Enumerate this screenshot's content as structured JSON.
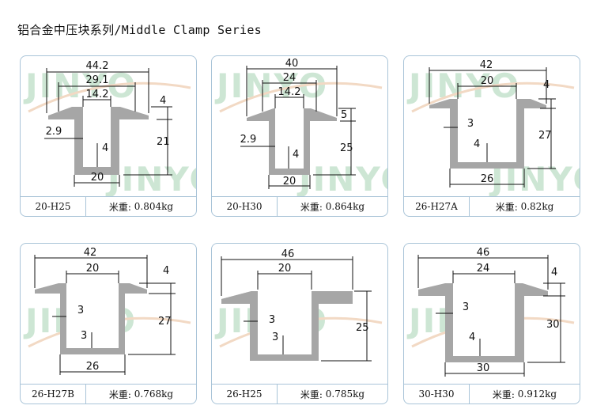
{
  "title": "铝合金中压块系列/Middle Clamp Series",
  "watermark": "JINYO",
  "colors": {
    "profile": "#a6a6a6",
    "border": "#a9c4d8",
    "watermark": "#cde6d4"
  },
  "weight_label": "米重:",
  "cards": [
    {
      "code": "20-H25",
      "weight": "0.804kg",
      "dims": {
        "top_width": "44.2",
        "mid_width": "29.1",
        "inner_width": "14.2",
        "bottom_width": "20",
        "wall": "2.9",
        "base": "4",
        "flange": "4",
        "height": "21"
      }
    },
    {
      "code": "20-H30",
      "weight": "0.864kg",
      "dims": {
        "top_width": "40",
        "mid_width": "24",
        "inner_width": "14.2",
        "bottom_width": "20",
        "wall": "2.9",
        "base": "4",
        "flange": "5",
        "height": "25"
      }
    },
    {
      "code": "26-H27A",
      "weight": "0.82kg",
      "dims": {
        "top_width": "42",
        "mid_width": "20",
        "bottom_width": "26",
        "wall": "3",
        "base": "4",
        "flange": "4",
        "height": "27"
      }
    },
    {
      "code": "26-H27B",
      "weight": "0.768kg",
      "dims": {
        "top_width": "42",
        "mid_width": "20",
        "bottom_width": "26",
        "wall": "3",
        "base": "3",
        "flange": "4",
        "height": "27"
      }
    },
    {
      "code": "26-H25",
      "weight": "0.785kg",
      "dims": {
        "top_width": "46",
        "mid_width": "20",
        "wall": "3",
        "base": "3",
        "height": "25"
      }
    },
    {
      "code": "30-H30",
      "weight": "0.912kg",
      "dims": {
        "top_width": "46",
        "mid_width": "24",
        "bottom_width": "30",
        "wall": "3",
        "base": "4",
        "flange": "4",
        "height": "30"
      }
    }
  ]
}
